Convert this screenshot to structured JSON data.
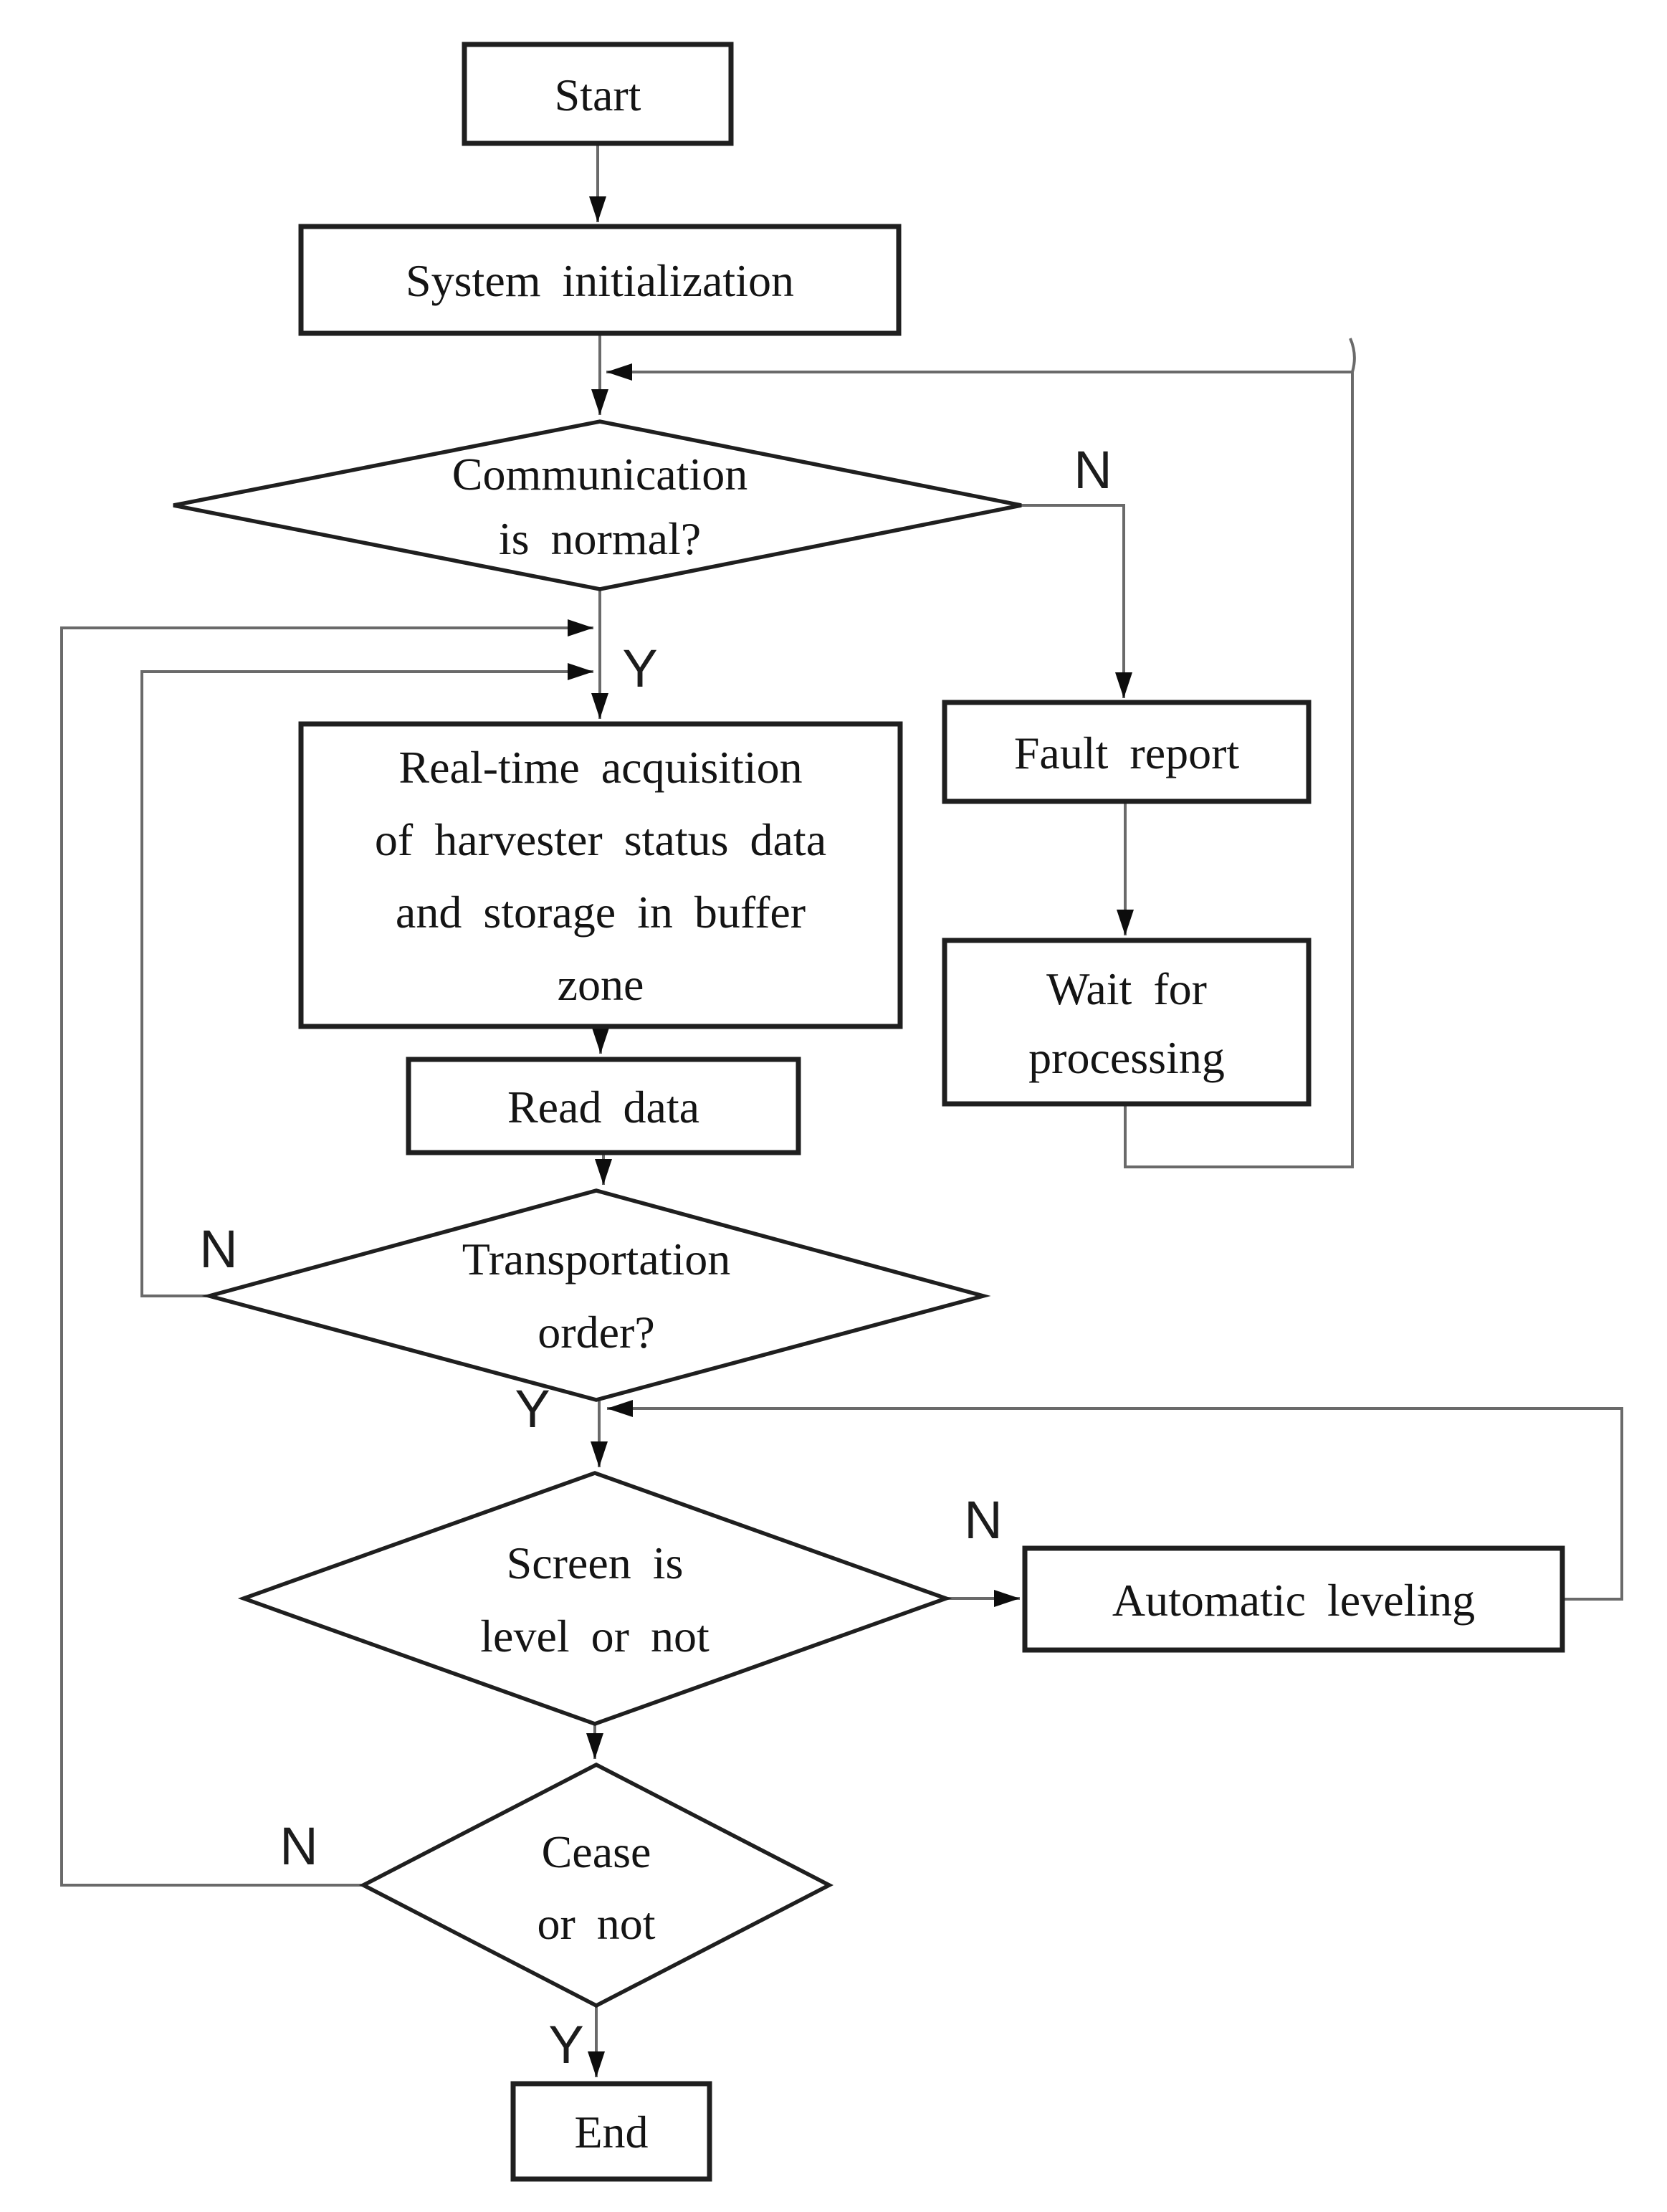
{
  "colors": {
    "background": "#ffffff",
    "shape_border": "#1f1f1f",
    "connector": "#6a6a6a",
    "arrowhead": "#0d0d0d",
    "text": "#141414"
  },
  "nodes": {
    "start": {
      "type": "terminator",
      "label": "Start"
    },
    "system_init": {
      "type": "process",
      "label": "System initialization"
    },
    "comm_check": {
      "type": "decision",
      "line1": "Communication",
      "line2": "is normal?"
    },
    "acquisition": {
      "type": "process",
      "line1": "Real-time acquisition",
      "line2": "of harvester status data",
      "line3": "and storage in buffer",
      "line4": "zone"
    },
    "fault_report": {
      "type": "process",
      "label": "Fault report"
    },
    "wait_processing": {
      "type": "process",
      "line1": "Wait for",
      "line2": "processing"
    },
    "read_data": {
      "type": "process",
      "label": "Read data"
    },
    "transport_check": {
      "type": "decision",
      "line1": "Transportation",
      "line2": "order?"
    },
    "screen_check": {
      "type": "decision",
      "line1": "Screen is",
      "line2": "level or not"
    },
    "auto_leveling": {
      "type": "process",
      "label": "Automatic leveling"
    },
    "cease_check": {
      "type": "decision",
      "line1": "Cease",
      "line2": "or not"
    },
    "end": {
      "type": "terminator",
      "label": "End"
    }
  },
  "edge_labels": {
    "comm_no": "N",
    "comm_yes": "Y",
    "transport_no": "N",
    "transport_yes": "Y",
    "screen_no": "N",
    "cease_no": "N",
    "cease_yes": "Y"
  }
}
